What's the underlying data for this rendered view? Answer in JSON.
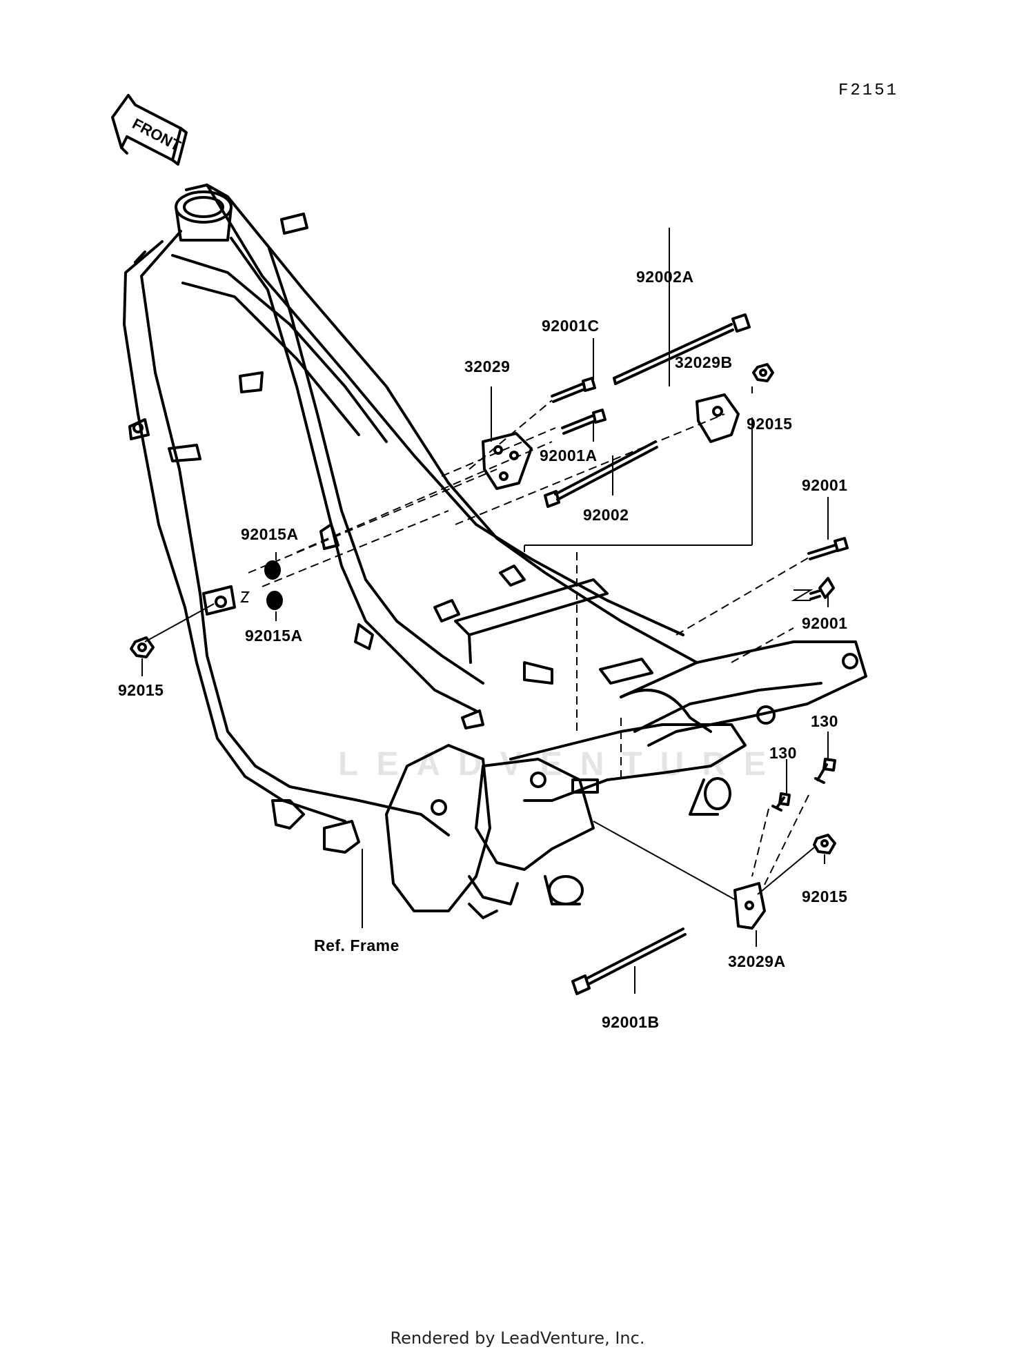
{
  "diagram_code": "F2151",
  "direction_label": "FRONT",
  "watermark": "LEADVENTURE",
  "footer": "Rendered by LeadVenture, Inc.",
  "parts": [
    {
      "id": "p01",
      "label": "92002A"
    },
    {
      "id": "p02",
      "label": "92001C"
    },
    {
      "id": "p03",
      "label": "32029"
    },
    {
      "id": "p04",
      "label": "32029B"
    },
    {
      "id": "p05",
      "label": "92015"
    },
    {
      "id": "p06",
      "label": "92001A"
    },
    {
      "id": "p07",
      "label": "92002"
    },
    {
      "id": "p08",
      "label": "92001"
    },
    {
      "id": "p09",
      "label": "92001"
    },
    {
      "id": "p10",
      "label": "92015A"
    },
    {
      "id": "p11",
      "label": "92015A"
    },
    {
      "id": "p12",
      "label": "92015"
    },
    {
      "id": "p13",
      "label": "130"
    },
    {
      "id": "p14",
      "label": "130"
    },
    {
      "id": "p15",
      "label": "92015"
    },
    {
      "id": "p16",
      "label": "32029A"
    },
    {
      "id": "p17",
      "label": "92001B"
    },
    {
      "id": "p18",
      "label": "Ref. Frame"
    }
  ]
}
